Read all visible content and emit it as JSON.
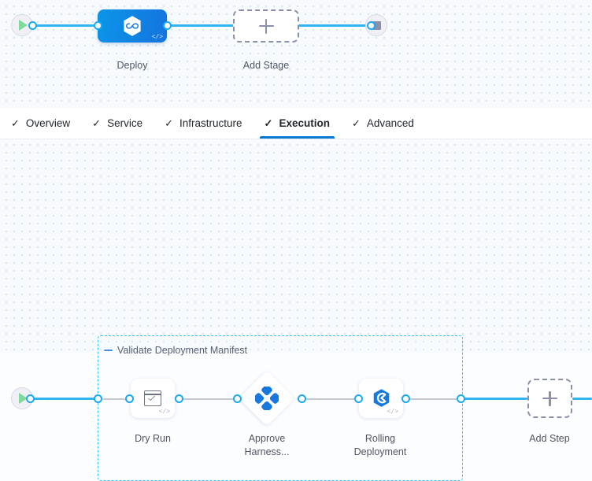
{
  "theme": {
    "accent_blue": "#0278d5",
    "wire_blue": "#30b5f0",
    "group_border": "#35c3f3",
    "stage_gradient_from": "#0b96e8",
    "stage_gradient_to": "#1573e0",
    "canvas_bg": "#f7fbfe"
  },
  "stage_canvas": {
    "start_node_icon": "play-icon",
    "end_node_icon": "stop-icon",
    "stage": {
      "label": "Deploy",
      "icon": "harness-infinity-hexagon-icon",
      "code_badge": "</>"
    },
    "add_stage": {
      "label": "Add Stage",
      "icon": "plus-icon"
    }
  },
  "tabs": [
    {
      "label": "Overview",
      "icon": "check-icon",
      "active": false
    },
    {
      "label": "Service",
      "icon": "check-icon",
      "active": false
    },
    {
      "label": "Infrastructure",
      "icon": "check-icon",
      "active": false
    },
    {
      "label": "Execution",
      "icon": "check-icon",
      "active": true
    },
    {
      "label": "Advanced",
      "icon": "check-icon",
      "active": false
    }
  ],
  "execution_canvas": {
    "start_node_icon": "play-icon",
    "group": {
      "label": "Validate Deployment Manifest",
      "collapse_icon": "collapse-dash-icon"
    },
    "steps": [
      {
        "label": "Dry Run",
        "icon": "checkbox-window-icon",
        "shape": "card",
        "code_badge": "</>"
      },
      {
        "label": "Approve\nHarness...",
        "icon": "harness-approval-icon",
        "shape": "diamond",
        "code_badge": ""
      },
      {
        "label": "Rolling\nDeployment",
        "icon": "harness-rolling-icon",
        "shape": "card",
        "code_badge": "</>"
      }
    ],
    "add_step": {
      "label": "Add Step",
      "icon": "plus-icon"
    }
  }
}
